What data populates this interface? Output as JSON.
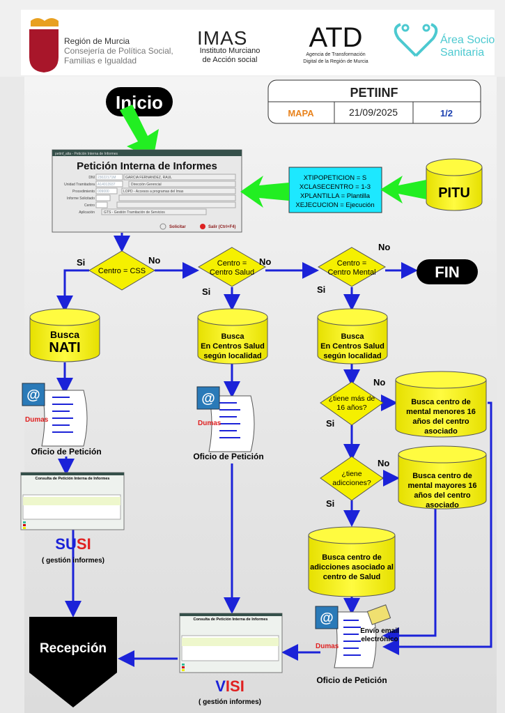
{
  "header": {
    "murcia": {
      "line1": "Región de Murcia",
      "line2": "Consejería de Política Social,",
      "line3": "Familias e Igualdad"
    },
    "imas": {
      "logo": "IMAS",
      "line1": "Instituto Murciano",
      "line2": "de Acción social"
    },
    "atd": {
      "logo": "ATD",
      "line1": "Agencia de Transformación",
      "line2": "Digital de la Región de Murcia"
    },
    "area": {
      "line1": "Área Socio",
      "line2": "Sanitaria"
    }
  },
  "title_box": {
    "code": "PETIINF",
    "type": "MAPA",
    "date": "21/09/2025",
    "page": "1/2",
    "type_color": "#e8821c",
    "page_color": "#1a3fb0"
  },
  "start": "Inicio",
  "end": "FIN",
  "form": {
    "window_title": "petinf_alta - Petición Interna de Informes",
    "title": "Petición Interna de Informes",
    "fields": [
      {
        "label": "DNI",
        "code": "23022171M",
        "value": "GARCIA FERNANDEZ, RAUL"
      },
      {
        "label": "Unidad Tramitadora",
        "code": "A14013937",
        "value": "Dirección Gerencial"
      },
      {
        "label": "Procedimiento",
        "code": "009000",
        "value": "LOPD - Accesos a programas del Imas"
      },
      {
        "label": "Informe Solicitado",
        "code": "",
        "value": ""
      },
      {
        "label": "Centro",
        "code": "",
        "value": ""
      },
      {
        "label": "Aplicación",
        "code": "",
        "value": "GTS - Gestión Tramitación de Servicios"
      }
    ],
    "solicitar": "Solicitar",
    "salir": "Salir (Ctrl+F4)"
  },
  "params": [
    "XTIPOPETICION = S",
    "XCLASECENTRO = 1-3",
    "XPLANTILLA = Plantilla",
    "XEJECUCION = Ejecución"
  ],
  "pitu": "PITU",
  "decisions": {
    "css": "Centro = CSS",
    "salud": [
      "Centro =",
      "Centro Salud"
    ],
    "mental": [
      "Centro =",
      "Centro Mental"
    ],
    "edad": [
      "¿tiene más de",
      "16 años?"
    ],
    "adicciones": [
      "¿tiene",
      "adicciones?"
    ]
  },
  "labels": {
    "si": "Si",
    "no": "No"
  },
  "databases": {
    "nati": [
      "Busca",
      "NATI"
    ],
    "salud1": [
      "Busca",
      "En Centros Salud",
      "según localidad"
    ],
    "salud2": [
      "Busca",
      "En Centros Salud",
      "según localidad"
    ],
    "menores": [
      "Busca centro de",
      "mental menores 16",
      "años del centro",
      "asociado"
    ],
    "mayores": [
      "Busca centro de",
      "mental mayores 16",
      "años del centro",
      "asociado"
    ],
    "adicc": [
      "Busca centro de",
      "adicciones asociado al",
      "centro de Salud"
    ]
  },
  "documents": {
    "dumas": "Dumas",
    "oficio": "Oficio de Petición",
    "email": [
      "Envío email",
      "electrónico"
    ]
  },
  "susi": {
    "s1": "S",
    "u": "U",
    "s2": "S",
    "i": "I",
    "subtitle": "( gestión informes)",
    "screen_title": "Consulta de Petición Interna de Informes"
  },
  "visi": {
    "v": "V",
    "i": "I",
    "s": "S",
    "i2": "I",
    "subtitle": "( gestión informes)",
    "screen_title": "Consulta de Petición Interna de Informes"
  },
  "recepcion": "Recepción",
  "colors": {
    "green": "#22ee22",
    "blue": "#1b22d8",
    "yellow": "#f5f000",
    "cyan": "#1de8ff",
    "red": "#e02020"
  }
}
